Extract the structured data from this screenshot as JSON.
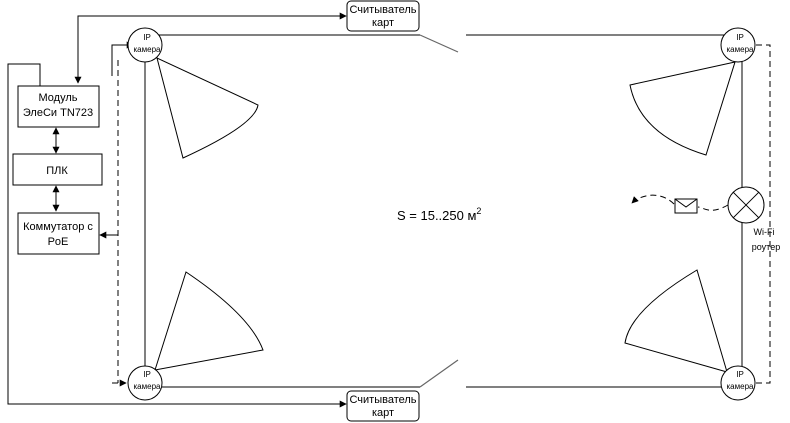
{
  "diagram": {
    "blocks": {
      "module": {
        "line1": "Модуль",
        "line2": "ЭлеСи TN723"
      },
      "plc": {
        "label": "ПЛК"
      },
      "switch": {
        "line1": "Коммутатор с",
        "line2": "PoE"
      }
    },
    "card_readers": {
      "top": {
        "line1": "Считыватель",
        "line2": "карт"
      },
      "bottom": {
        "line1": "Считыватель",
        "line2": "карт"
      }
    },
    "cameras": {
      "top_left": {
        "line1": "IP",
        "line2": "камера"
      },
      "top_right": {
        "line1": "IP",
        "line2": "камера"
      },
      "bottom_left": {
        "line1": "IP",
        "line2": "камера"
      },
      "bottom_right": {
        "line1": "IP",
        "line2": "камера"
      }
    },
    "router": {
      "line1": "Wi-Fi",
      "line2": "роутер"
    },
    "area": {
      "text": "S = 15..250 м",
      "superscript": "2"
    }
  }
}
